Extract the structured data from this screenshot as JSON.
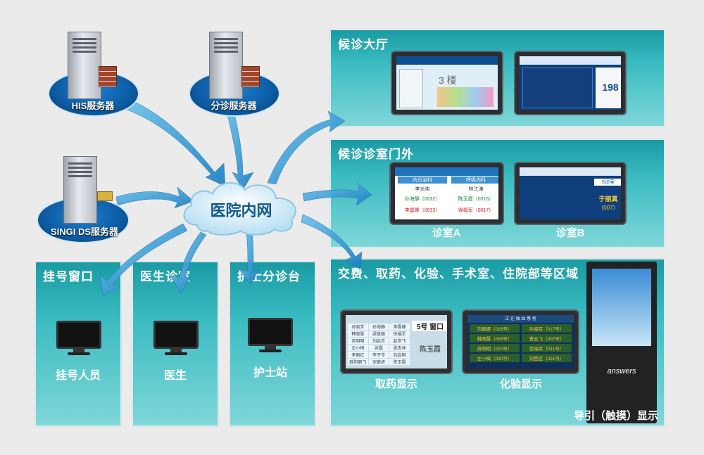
{
  "servers": {
    "his": "HIS服务器",
    "triage": "分诊服务器",
    "singi": "SINGI DS服务器"
  },
  "cloud": {
    "label": "医院内网"
  },
  "panels": {
    "waiting_hall": "候诊大厅",
    "clinic_door": "候诊诊室门外",
    "other_areas": "交费、取药、化验、手术室、住院部等区域",
    "registration": "挂号窗口",
    "doctor_room": "医生诊室",
    "nurse_desk": "护士分诊台"
  },
  "devices": {
    "registration_staff": "挂号人员",
    "doctor": "医生",
    "nurse_station": "护士站",
    "room_a": "诊室A",
    "room_b": "诊室B",
    "pharmacy_display": "取药显示",
    "lab_display": "化验显示",
    "guide_display": "导引（触摸）显示"
  },
  "hall_screens": {
    "floor": "3 楼",
    "number": "198"
  },
  "room_a_screen": {
    "dept_left": "内分泌科",
    "dept_right": "呼吸内科",
    "left_doctor": "李光伟",
    "right_doctor": "林江涛",
    "left_current": "孙海静（0032）",
    "right_current": "陈玉霞（0016）",
    "left_next": "李震峰（0033）",
    "right_next": "徐福军（0017）"
  },
  "room_b_screen": {
    "room": "5诊室",
    "patient": "于丽真",
    "number": "（007）"
  },
  "pharmacy_screen": {
    "window": "5号 窗口",
    "patient": "陈玉霞",
    "names": [
      "孙晓芳",
      "孙海静",
      "李震峰",
      "韩晓慧",
      "梁慧丽",
      "徐福军",
      "苏明明",
      "刘启芳",
      "赵庆飞",
      "左小梅",
      "张磊",
      "张志林",
      "李丽红",
      "李子岑",
      "刘启明",
      "欧阳丽飞",
      "宋紫妍",
      "陈玉霞"
    ]
  },
  "lab_screen": {
    "header": "正 在 抽 血 患 者",
    "rows": [
      {
        "left": "刘丽娜（016号）",
        "right": "孙海军（017号）"
      },
      {
        "left": "韩晓慧（006号）",
        "right": "曹云飞（007号）"
      },
      {
        "left": "苏明明（010号）",
        "right": "徐福军（011号）"
      },
      {
        "left": "左小梅（020号）",
        "right": "刘西亚（021号）"
      }
    ]
  },
  "kiosk": {
    "brand": "answers"
  },
  "colors": {
    "panel_top": "#1a9aa3",
    "panel_bottom": "#7fd6d8",
    "arrow": "#2f9fd8",
    "cloud_text": "#0d5a8e"
  }
}
